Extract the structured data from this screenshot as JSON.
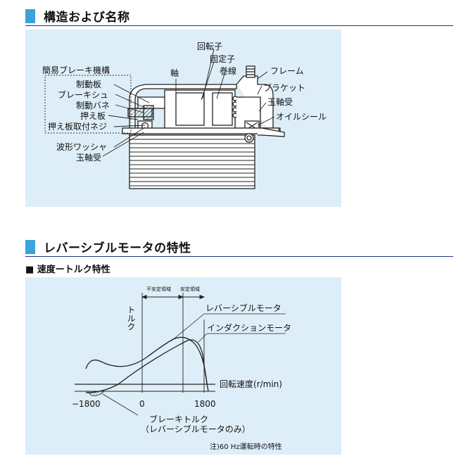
{
  "section1": {
    "title": "構造および名称",
    "labels": {
      "group": "簡易ブレーキ機構",
      "brake_plate": "制動板",
      "brake_shoe": "ブレーキシュ",
      "brake_spring": "制動バネ",
      "pressure_plate": "押え板",
      "pressure_screw": "押え板取付ネジ",
      "wave_washer": "波形ワッシャ",
      "bearing_left": "玉軸受",
      "shaft": "軸",
      "rotor": "回転子",
      "stator": "固定子",
      "winding": "巻線",
      "frame": "フレーム",
      "bracket": "ブラケット",
      "bearing_right": "玉軸受",
      "oil_seal": "オイルシール"
    }
  },
  "section2": {
    "title": "レバーシブルモータの特性",
    "subtitle": "■ 速度ートルク特性"
  },
  "chart_data": {
    "type": "line",
    "ylabel": "トルク",
    "xlabel": "回転速度(r/min)",
    "x_ticks": [
      "−1800",
      "0",
      "1800"
    ],
    "region_unstable": "不安定領域",
    "region_stable": "安定領域",
    "series": [
      {
        "name": "レバーシブルモータ"
      },
      {
        "name": "インダクションモータ"
      }
    ],
    "brake_label_1": "ブレーキトルク",
    "brake_label_2": "（レバーシブルモータのみ）",
    "note": "注)60 Hz運転時の特性"
  },
  "colors": {
    "accent": "#3aa3dc",
    "rule": "#1b3c78",
    "panel": "#deeef8"
  }
}
